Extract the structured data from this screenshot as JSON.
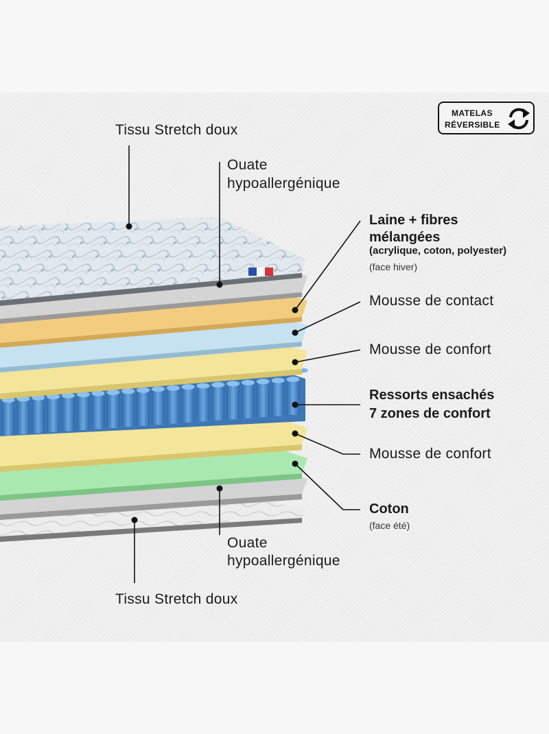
{
  "badge": {
    "line1": "MATELAS",
    "line2": "RÉVERSIBLE",
    "icon": "reversible-arrows-icon"
  },
  "labels": {
    "top_fabric": "Tissu Stretch doux",
    "top_batting_1": "Ouate",
    "top_batting_2": "hypoallergénique",
    "wool_1": "Laine + fibres",
    "wool_2": "mélangées",
    "wool_detail": "(acrylique, coton, polyester)",
    "wool_face": "(face hiver)",
    "contact_foam": "Mousse de contact",
    "comfort_foam_top": "Mousse de confort",
    "springs_1": "Ressorts ensachés",
    "springs_2": "7 zones de confort",
    "comfort_foam_bottom": "Mousse de confort",
    "cotton": "Coton",
    "cotton_face": "(face été)",
    "bottom_batting_1": "Ouate",
    "bottom_batting_2": "hypoallergénique",
    "bottom_fabric": "Tissu Stretch doux"
  },
  "colors": {
    "quilt": "#dde5ea",
    "batting": "#d4d4d4",
    "wool": "#f2cd7f",
    "contact_foam": "#c6e2f1",
    "comfort_foam": "#f3e59a",
    "springs": "#4f8fcf",
    "cotton": "#a9e9b0",
    "bottom_fabric": "#e6e6e6",
    "flag_blue": "#2a4fa8",
    "flag_red": "#d8313a"
  }
}
